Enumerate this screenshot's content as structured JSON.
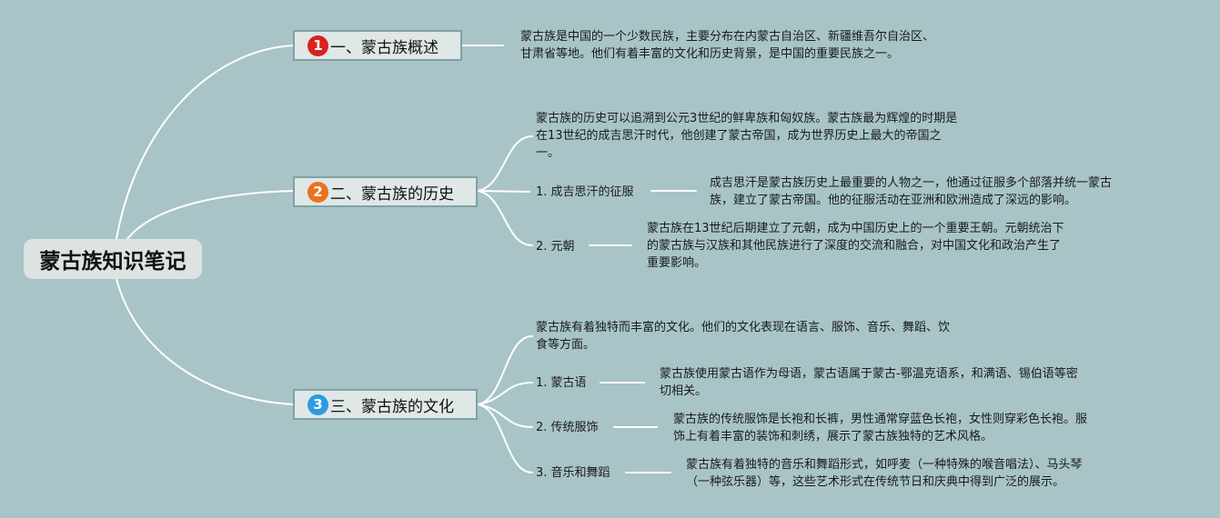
{
  "root": {
    "title": "蒙古族知识笔记"
  },
  "colors": {
    "background": "#a8c4c6",
    "line": "#ffffff",
    "badge1": "#d9231c",
    "badge2": "#e8731f",
    "badge3": "#2d9be0"
  },
  "branches": [
    {
      "badge": "1",
      "title": "一、蒙古族概述",
      "summary": [
        "蒙古族是中国的一个少数民族，主要分布在内蒙古自治区、新疆维吾尔自治区、",
        "甘肃省等地。他们有着丰富的文化和历史背景，是中国的重要民族之一。"
      ]
    },
    {
      "badge": "2",
      "title": "二、蒙古族的历史",
      "summary": [
        "蒙古族的历史可以追溯到公元3世纪的鲜卑族和匈奴族。蒙古族最为辉煌的时期是",
        "在13世纪的成吉思汗时代，他创建了蒙古帝国，成为世界历史上最大的帝国之",
        "一。"
      ],
      "items": [
        {
          "label": "1. 成吉思汗的征服",
          "text": [
            "成吉思汗是蒙古族历史上最重要的人物之一，他通过征服多个部落并统一蒙古",
            "族，建立了蒙古帝国。他的征服活动在亚洲和欧洲造成了深远的影响。"
          ]
        },
        {
          "label": "2. 元朝",
          "text": [
            "蒙古族在13世纪后期建立了元朝，成为中国历史上的一个重要王朝。元朝统治下",
            "的蒙古族与汉族和其他民族进行了深度的交流和融合，对中国文化和政治产生了",
            "重要影响。"
          ]
        }
      ]
    },
    {
      "badge": "3",
      "title": "三、蒙古族的文化",
      "summary": [
        "蒙古族有着独特而丰富的文化。他们的文化表现在语言、服饰、音乐、舞蹈、饮",
        "食等方面。"
      ],
      "items": [
        {
          "label": "1. 蒙古语",
          "text": [
            "蒙古族使用蒙古语作为母语，蒙古语属于蒙古-鄂温克语系，和满语、锡伯语等密",
            "切相关。"
          ]
        },
        {
          "label": "2. 传统服饰",
          "text": [
            "蒙古族的传统服饰是长袍和长裤，男性通常穿蓝色长袍，女性则穿彩色长袍。服",
            "饰上有着丰富的装饰和刺绣，展示了蒙古族独特的艺术风格。"
          ]
        },
        {
          "label": "3. 音乐和舞蹈",
          "text": [
            "蒙古族有着独特的音乐和舞蹈形式，如呼麦（一种特殊的喉音唱法）、马头琴",
            "（一种弦乐器）等，这些艺术形式在传统节日和庆典中得到广泛的展示。"
          ]
        }
      ]
    }
  ]
}
